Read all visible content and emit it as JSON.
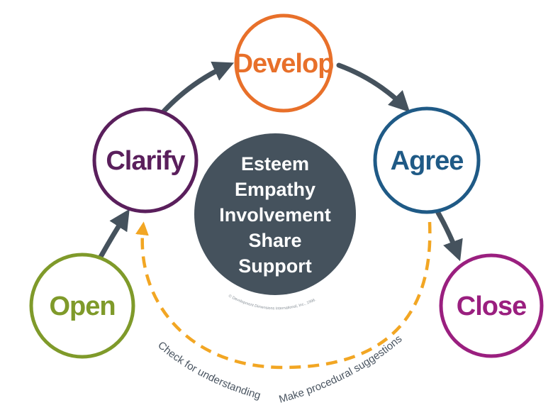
{
  "nodes": {
    "develop": {
      "label": "Develop",
      "color": "#e8702a"
    },
    "agree": {
      "label": "Agree",
      "color": "#1f5a86"
    },
    "close": {
      "label": "Close",
      "color": "#9a1f7f"
    },
    "clarify": {
      "label": "Clarify",
      "color": "#5a1f5c"
    },
    "open": {
      "label": "Open",
      "color": "#7f9a2a"
    }
  },
  "center": {
    "lines": [
      "Esteem",
      "Empathy",
      "Involvement",
      "Share",
      "Support"
    ],
    "color": "#45525d"
  },
  "copyright": "© Development Dimensions International, Inc., 1996.",
  "feedback_loop": {
    "left_text": "Check for understanding",
    "right_text": "Make procedural suggestions",
    "color": "#f2a623"
  },
  "arrow_color": "#45525d"
}
